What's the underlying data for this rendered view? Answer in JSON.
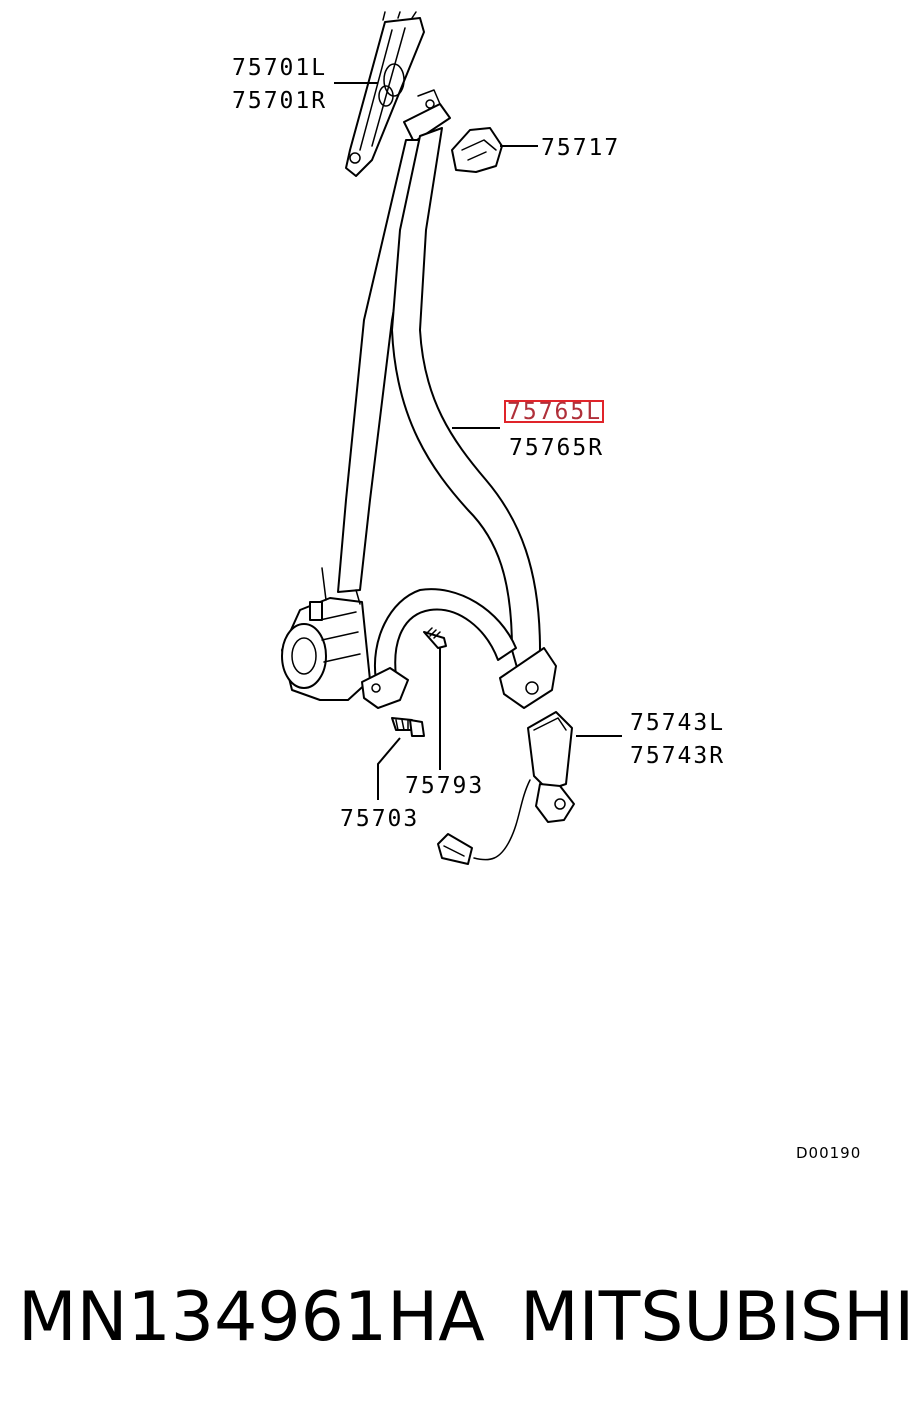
{
  "diagram": {
    "callouts": {
      "anchor_left": "75701L",
      "anchor_right": "75701R",
      "cover": "75717",
      "belt_left": "75765L",
      "belt_right": "75765R",
      "buckle_left": "75743L",
      "buckle_right": "75743R",
      "screw": "75793",
      "bolt": "75703"
    },
    "highlighted_callout": "belt_left",
    "highlight_color": "#e0242a",
    "diagram_code": "D00190"
  },
  "footer": {
    "part_number": "MN134961HA",
    "brand": "MITSUBISHI"
  }
}
